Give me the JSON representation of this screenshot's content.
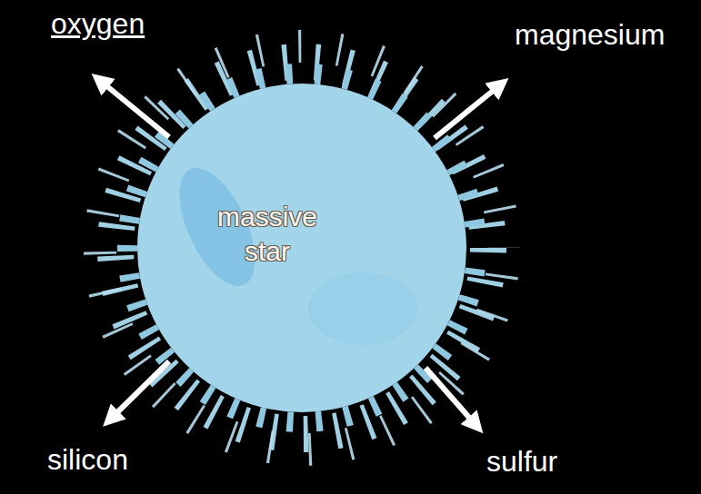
{
  "diagram": {
    "nodes": [
      {
        "text": [
          "massive star"
        ]
      }
    ],
    "labels": [
      "oxygen",
      "magnesium",
      "silicon",
      "sulfur"
    ]
  }
}
